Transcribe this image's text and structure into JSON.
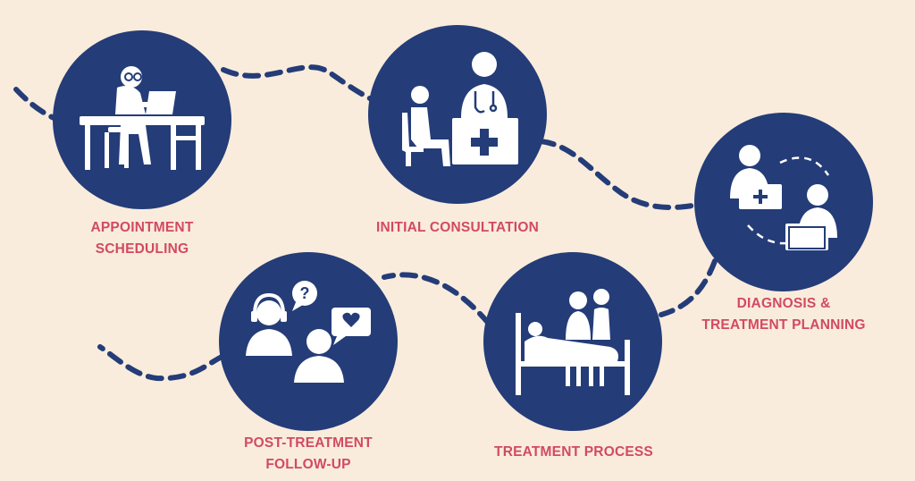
{
  "colors": {
    "background": "#f9ecdc",
    "circle": "#243c78",
    "path": "#243c78",
    "label": "#d24a62",
    "icon": "#ffffff"
  },
  "steps": [
    {
      "icon": "person-at-laptop-icon",
      "label_lines": [
        "APPOINTMENT",
        "SCHEDULING"
      ]
    },
    {
      "icon": "doctor-consultation-icon",
      "label_lines": [
        "INITIAL CONSULTATION"
      ]
    },
    {
      "icon": "diagnosis-planning-icon",
      "label_lines": [
        "DIAGNOSIS &",
        "TREATMENT PLANNING"
      ]
    },
    {
      "icon": "hospital-bed-icon",
      "label_lines": [
        "TREATMENT PROCESS"
      ]
    },
    {
      "icon": "support-chat-icon",
      "label_lines": [
        "POST-TREATMENT",
        "FOLLOW-UP"
      ]
    }
  ]
}
